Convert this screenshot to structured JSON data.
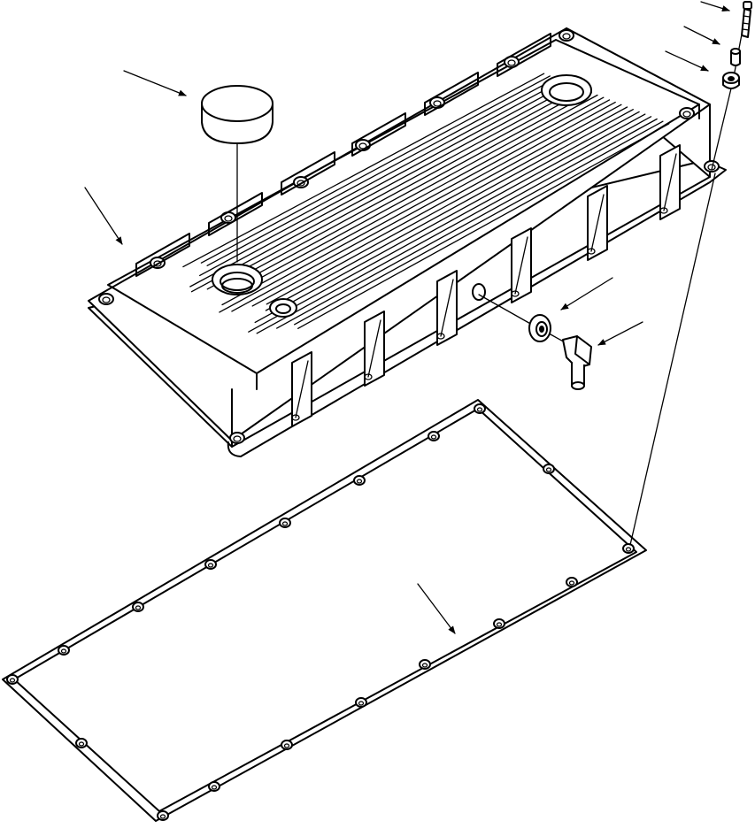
{
  "figure": {
    "kind": "exploded-parts-illustration",
    "line_color": "#000000",
    "background": "#ffffff",
    "parts": [
      {
        "id": "bolt",
        "icon": "bolt-icon"
      },
      {
        "id": "sleeve",
        "icon": "sleeve-icon"
      },
      {
        "id": "grommet",
        "icon": "grommet-icon"
      },
      {
        "id": "filler-cap",
        "icon": "cap-icon"
      },
      {
        "id": "valve-cover",
        "icon": "valve-cover-icon"
      },
      {
        "id": "washer",
        "icon": "washer-icon"
      },
      {
        "id": "elbow-fitting",
        "icon": "elbow-fitting-icon"
      },
      {
        "id": "gasket",
        "icon": "gasket-icon"
      }
    ],
    "callout_arrow_count": 8
  }
}
